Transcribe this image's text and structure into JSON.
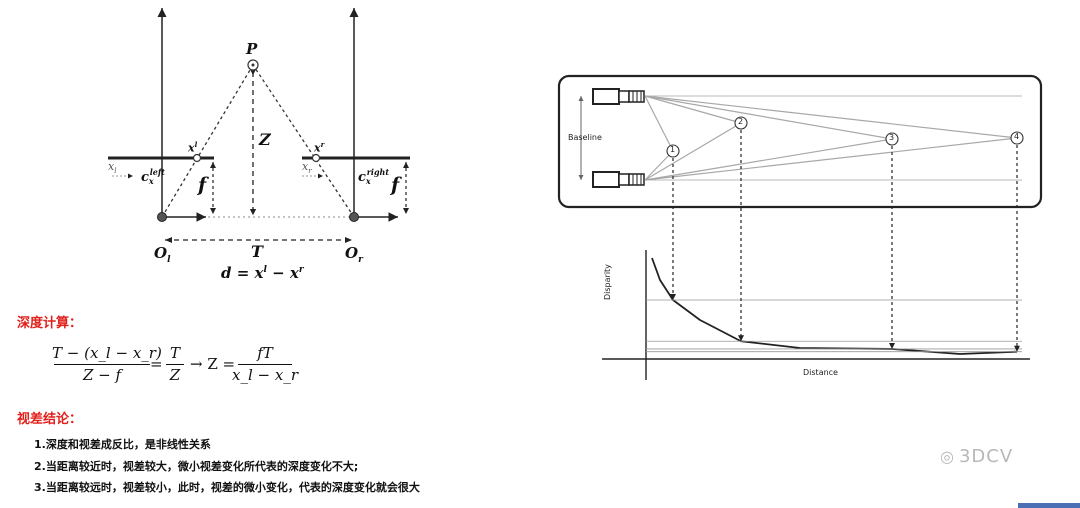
{
  "geometry": {
    "labels": {
      "point": "P",
      "depth": "Z",
      "xl": "x",
      "xl_sup": "l",
      "xr": "x",
      "xr_sup": "r",
      "left_img_x": "x",
      "left_img_sub": "l",
      "right_img_x": "x",
      "right_img_sub": "r",
      "cx_left": "c",
      "cx_left_sub": "x",
      "cx_left_sup": "left",
      "cx_right": "c",
      "cx_right_sub": "x",
      "cx_right_sup": "right",
      "focal_left": "f",
      "focal_right": "f",
      "origin_left": "O",
      "origin_left_sub": "l",
      "origin_right": "O",
      "origin_right_sub": "r",
      "baseline": "T",
      "disparity_formula": "d = x",
      "disparity_formula_sup1": "l",
      "disparity_formula_mid": " − x",
      "disparity_formula_sup2": "r"
    }
  },
  "sections": {
    "depth_title": "深度计算：",
    "disparity_title": "视差结论："
  },
  "equation": {
    "num1": "T − (x_l − x_r)",
    "den1": "Z − f",
    "eq1": "=",
    "num2": "T",
    "den2": "Z",
    "arrow": "→ Z =",
    "num3": "fT",
    "den3": "x_l − x_r"
  },
  "conclusions": [
    "1.深度和视差成反比，是非线性关系",
    "2.当距离较近时，视差较大，微小视差变化所代表的深度变化不大;",
    "3.当距离较远时，视差较小，此时，视差的微小变化，代表的深度变化就会很大"
  ],
  "stereo_diagram": {
    "baseline_label": "Baseline",
    "points": [
      "1",
      "2",
      "3",
      "4"
    ]
  },
  "chart_data": {
    "type": "line",
    "title": "",
    "xlabel": "Distance",
    "ylabel": "Disparity",
    "grid": false,
    "series": [
      {
        "x": [
          1,
          2,
          3,
          4
        ],
        "y": [
          100,
          25,
          11,
          6
        ]
      }
    ]
  },
  "watermark": "3DCV"
}
